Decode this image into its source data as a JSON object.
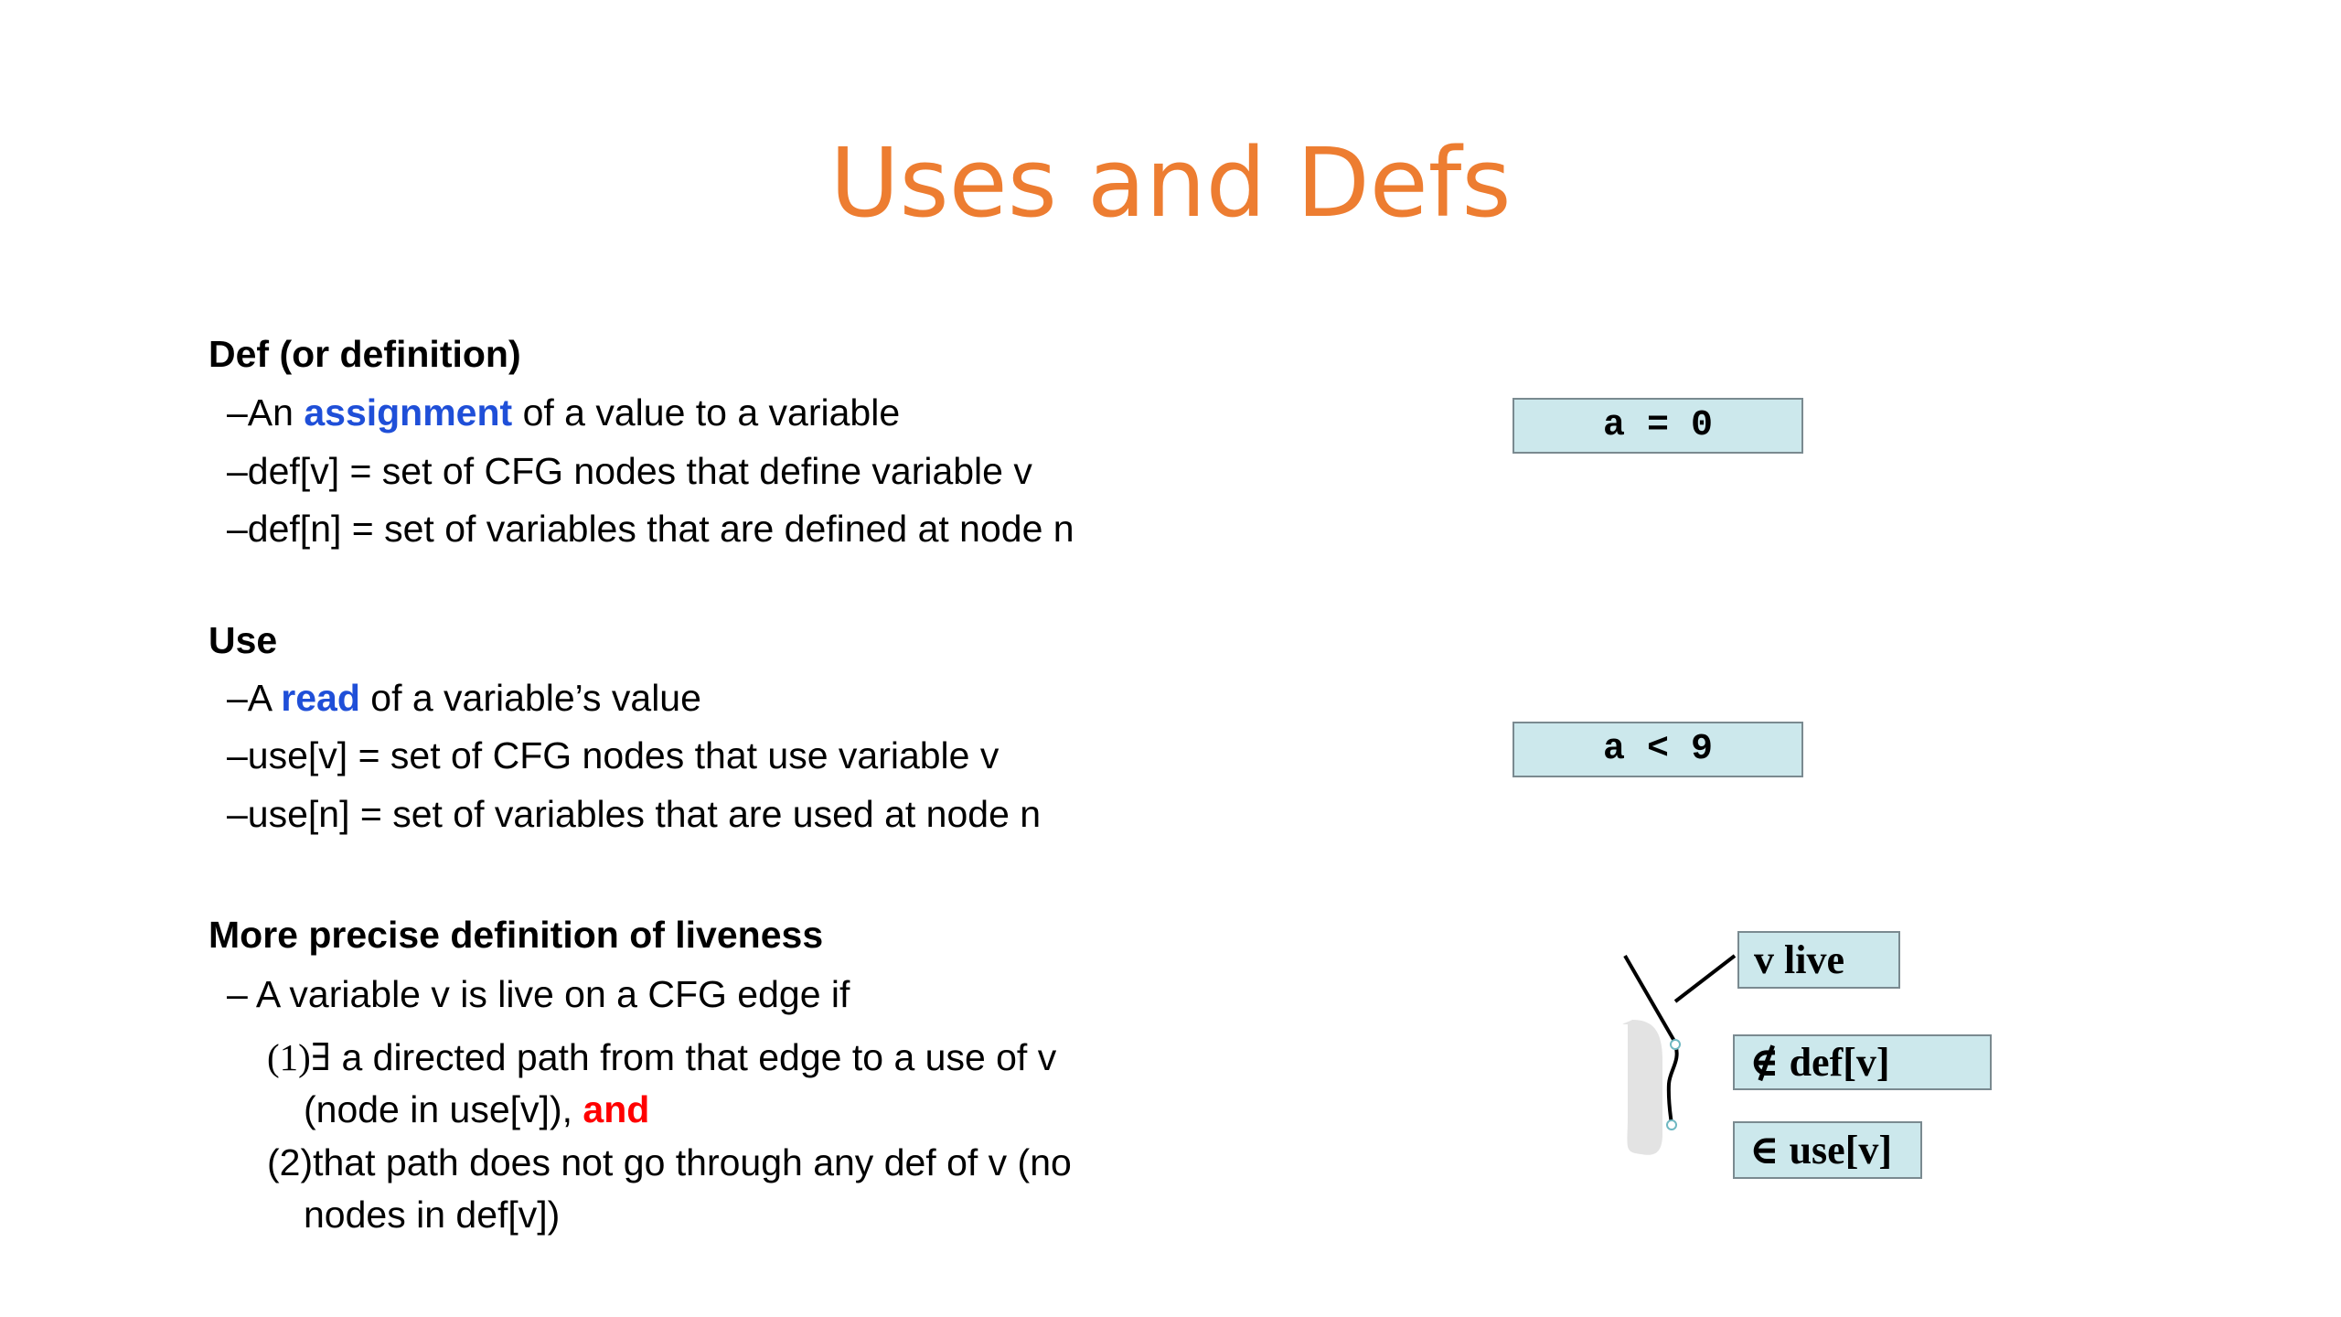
{
  "title": "Uses and Defs",
  "def_section": {
    "heading": "Def (or definition)",
    "bullet1_prefix": "–An ",
    "bullet1_keyword": "assignment",
    "bullet1_suffix": " of a value to a variable",
    "bullet2": "–def[v] = set of CFG nodes that define variable v",
    "bullet3": "–def[n] = set of variables that are defined at node n"
  },
  "use_section": {
    "heading": "Use",
    "bullet1_prefix": "–A ",
    "bullet1_keyword": "read",
    "bullet1_suffix": " of a variable’s value",
    "bullet2": "–use[v] = set of CFG nodes that use variable v",
    "bullet3": "–use[n] = set of variables that are used at node n"
  },
  "liveness_section": {
    "heading": "More precise definition of liveness",
    "bullet": "–  A variable v is live on a CFG edge if",
    "cond1_marker": "(1)∃",
    "cond1_line1": " a directed path from that edge to a use of v",
    "cond1_line2_prefix": "(node in use[v]), ",
    "cond1_line2_keyword": "and",
    "cond2_line1": "(2)that path does not go through any def of v (no",
    "cond2_line2": "nodes in def[v])"
  },
  "code_boxes": {
    "assign": "a = 0",
    "compare": "a < 9"
  },
  "diagram_labels": {
    "live": "v live",
    "not_def": "∉ def[v]",
    "in_use": "∈ use[v]"
  },
  "colors": {
    "title": "#ED7D31",
    "keyword_blue": "#1F4FD8",
    "keyword_red": "#FF0000",
    "box_fill": "#CCE8EC"
  }
}
